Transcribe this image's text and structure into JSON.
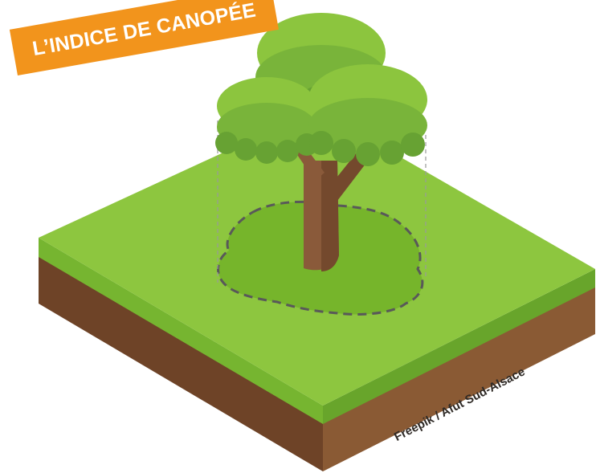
{
  "title": "L’INDICE DE CANOPÉE",
  "credit": "Freepik / Afut Sud-Alsace",
  "colors": {
    "banner": "#f2941c",
    "grass_top": "#8dc63f",
    "grass_side_left": "#76b530",
    "grass_side_right": "#68a52b",
    "soil_left": "#6e4327",
    "soil_right": "#8a5a34",
    "canopy_shadow": "#76b52b",
    "trunk": "#8a5a3a",
    "foliage_light": "#8cc53e",
    "foliage_mid": "#79b43a",
    "foliage_dark": "#67a233",
    "projection_outline": "#595959"
  },
  "icons": {
    "tree": "tree-illustration",
    "ground_tile": "isometric-grass-tile"
  }
}
